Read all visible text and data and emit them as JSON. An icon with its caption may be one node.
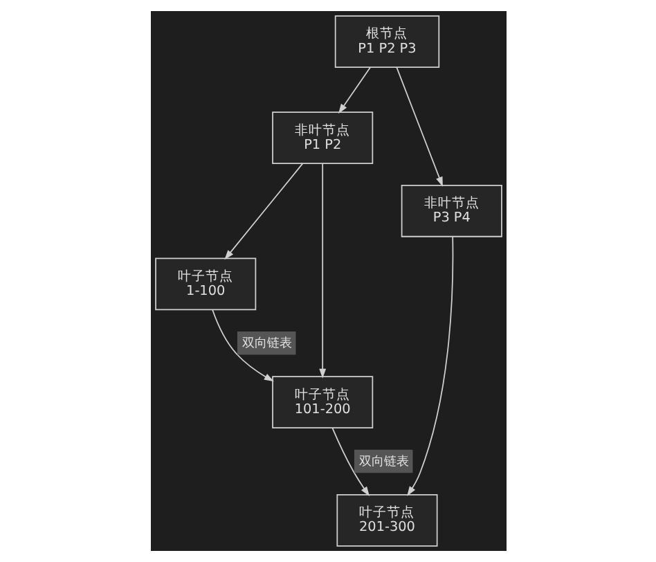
{
  "diagram": {
    "nodes": [
      {
        "text": [
          "根节点",
          "P1 P2 P3"
        ]
      },
      {
        "text": [
          "非叶节点",
          "P1 P2"
        ]
      },
      {
        "text": [
          "叶子节点",
          "1-100"
        ]
      },
      {
        "text": [
          "非叶节点",
          "P3 P4"
        ]
      },
      {
        "text": [
          "叶子节点",
          "101-200"
        ]
      },
      {
        "text": [
          "叶子节点",
          "201-300"
        ]
      }
    ],
    "edges": [
      {
        "from": 0,
        "to": 1,
        "arrow": "to"
      },
      {
        "from": 0,
        "to": 3,
        "arrow": "to"
      },
      {
        "from": 1,
        "to": 2,
        "arrow": "to"
      },
      {
        "from": 1,
        "to": 4,
        "arrow": "to"
      },
      {
        "from": 2,
        "to": 4,
        "arrow": "to",
        "label": "双向链表"
      },
      {
        "from": 3,
        "to": 5,
        "arrow": "to"
      },
      {
        "from": 4,
        "to": 5,
        "arrow": "to",
        "label": "双向链表"
      }
    ]
  }
}
